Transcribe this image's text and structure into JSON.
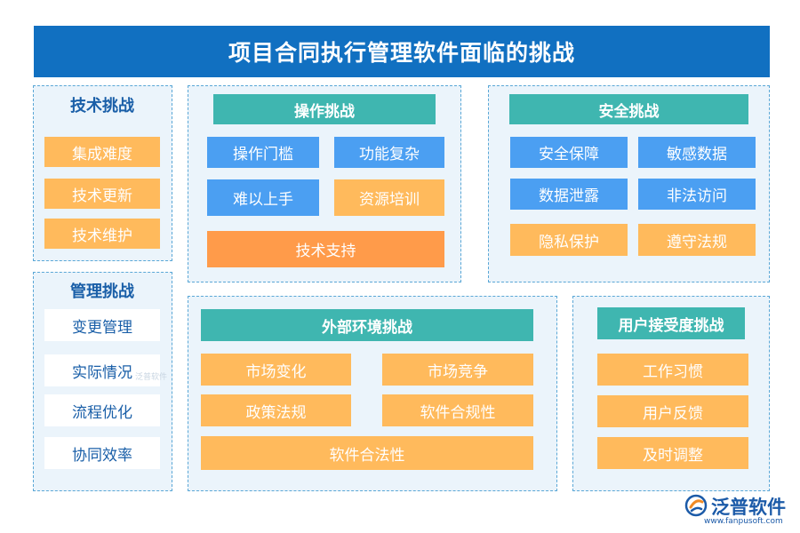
{
  "title": "项目合同执行管理软件面临的挑战",
  "tech": {
    "heading": "技术挑战",
    "items": [
      "集成难度",
      "技术更新",
      "技术维护"
    ]
  },
  "mgmt": {
    "heading": "管理挑战",
    "items": [
      "变更管理",
      "实际情况",
      "流程优化",
      "协同效率"
    ]
  },
  "ops": {
    "heading": "操作挑战",
    "items": [
      "操作门槛",
      "功能复杂",
      "难以上手",
      "资源培训",
      "技术支持"
    ]
  },
  "security": {
    "heading": "安全挑战",
    "items": [
      "安全保障",
      "敏感数据",
      "数据泄露",
      "非法访问",
      "隐私保护",
      "遵守法规"
    ]
  },
  "external": {
    "heading": "外部环境挑战",
    "items": [
      "市场变化",
      "市场竞争",
      "政策法规",
      "软件合规性",
      "软件合法性"
    ]
  },
  "user": {
    "heading": "用户接受度挑战",
    "items": [
      "工作习惯",
      "用户反馈",
      "及时调整"
    ]
  },
  "watermark": "泛普软件",
  "logo": {
    "name": "泛普软件",
    "url": "www.fanpusoft.com"
  },
  "colors": {
    "title_bg": "#1170c1",
    "panel_bg": "#ebf4fb",
    "panel_border": "#5aa7d6",
    "teal": "#3fb6b0",
    "orange": "#ffba5c",
    "deep_orange": "#ff9b4a",
    "blue": "#4b9ff2",
    "heading_text": "#1a5fa8"
  },
  "icons": [
    "fanpu-logo-icon"
  ]
}
